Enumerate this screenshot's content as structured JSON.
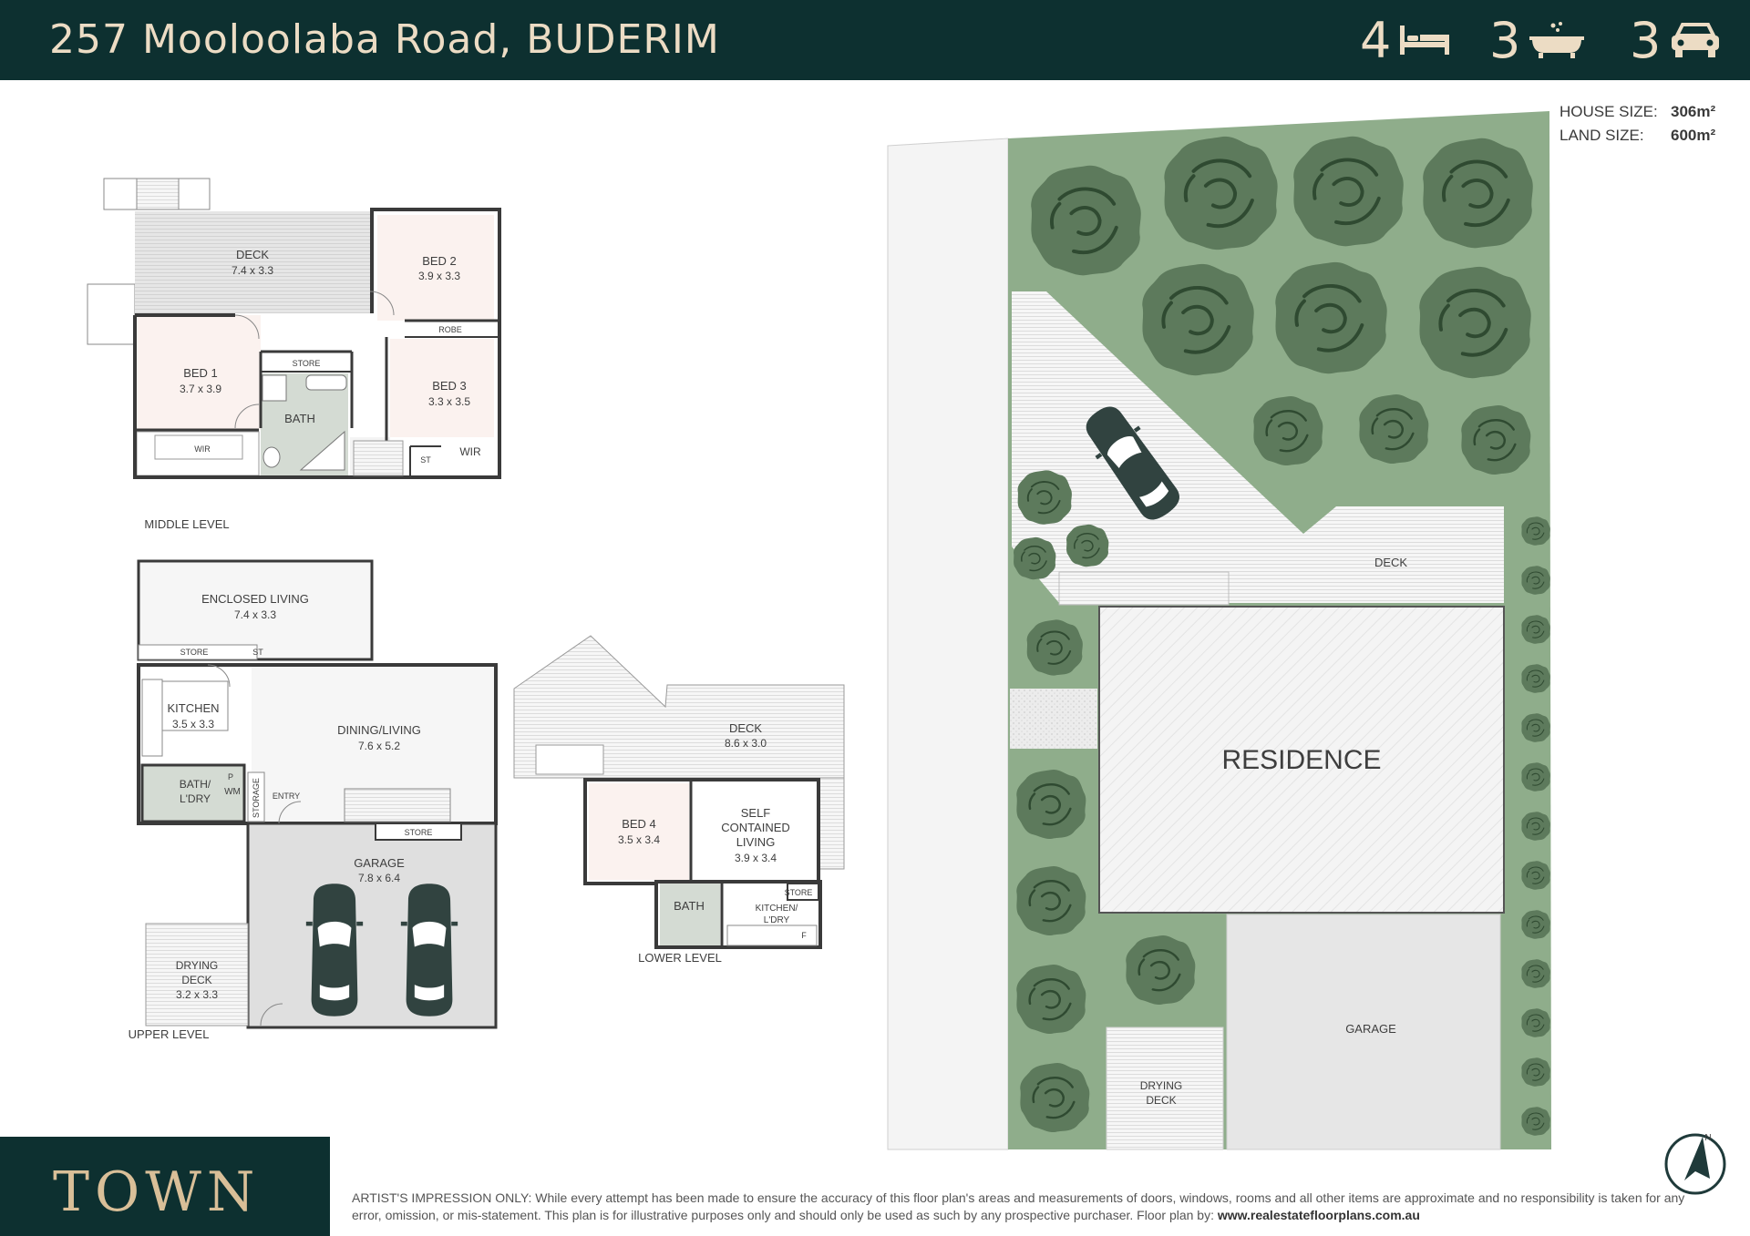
{
  "header": {
    "address": "257 Mooloolaba Road, BUDERIM",
    "beds": "4",
    "baths": "3",
    "cars": "3",
    "bed_icon": "bed-icon",
    "bath_icon": "bathtub-icon",
    "car_icon": "car-icon"
  },
  "sizes": {
    "house_label": "HOUSE SIZE:",
    "house_value": "306m²",
    "land_label": "LAND SIZE:",
    "land_value": "600m²"
  },
  "middle_level": {
    "title": "MIDDLE LEVEL",
    "deck": "DECK",
    "deck_dim": "7.4 x 3.3",
    "bed2": "BED 2",
    "bed2_dim": "3.9 x 3.3",
    "robe": "ROBE",
    "bed1": "BED 1",
    "bed1_dim": "3.7 x 3.9",
    "store": "STORE",
    "bath": "BATH",
    "bed3": "BED 3",
    "bed3_dim": "3.3 x 3.5",
    "wir1": "WIR",
    "st": "ST",
    "wir2": "WIR"
  },
  "upper_level": {
    "title": "UPPER LEVEL",
    "enclosed": "ENCLOSED LIVING",
    "enclosed_dim": "7.4 x 3.3",
    "store": "STORE",
    "st": "ST",
    "kitchen": "KITCHEN",
    "kitchen_dim": "3.5 x 3.3",
    "dining": "DINING/LIVING",
    "dining_dim": "7.6 x 5.2",
    "bath1": "BATH/",
    "bath2": "L'DRY",
    "p": "P",
    "wm": "WM",
    "storage": "STORAGE",
    "entry": "ENTRY",
    "store2": "STORE",
    "garage": "GARAGE",
    "garage_dim": "7.8 x 6.4",
    "drying1": "DRYING",
    "drying2": "DECK",
    "drying_dim": "3.2 x 3.3"
  },
  "lower_level": {
    "title": "LOWER LEVEL",
    "deck": "DECK",
    "deck_dim": "8.6 x 3.0",
    "bed4": "BED 4",
    "bed4_dim": "3.5 x 3.4",
    "self1": "SELF",
    "self2": "CONTAINED",
    "self3": "LIVING",
    "self_dim": "3.9 x 3.4",
    "store": "STORE",
    "bath": "BATH",
    "kitchen1": "KITCHEN/",
    "kitchen2": "L'DRY",
    "f": "F"
  },
  "site": {
    "deck": "DECK",
    "residence": "RESIDENCE",
    "garage": "GARAGE",
    "drying1": "DRYING",
    "drying2": "DECK",
    "compass": "N"
  },
  "brand": "TOWN",
  "disclaimer": {
    "text": "ARTIST'S IMPRESSION ONLY: While every attempt has been made to ensure the accuracy of this floor plan's areas and measurements of doors, windows, rooms and all other items are approximate and no responsibility is taken for any error, omission, or mis-statement. This plan is for illustrative purposes only and should only be used as such by any prospective purchaser. Floor plan by: ",
    "link": "www.realestatefloorplans.com.au"
  },
  "colors": {
    "header_bg": "#0d3030",
    "accent": "#ecdcc4",
    "grass": "#8fad8b",
    "tree": "#5d7a5c",
    "bedroom": "#fbf2ef",
    "wet": "#d4dbd3"
  }
}
